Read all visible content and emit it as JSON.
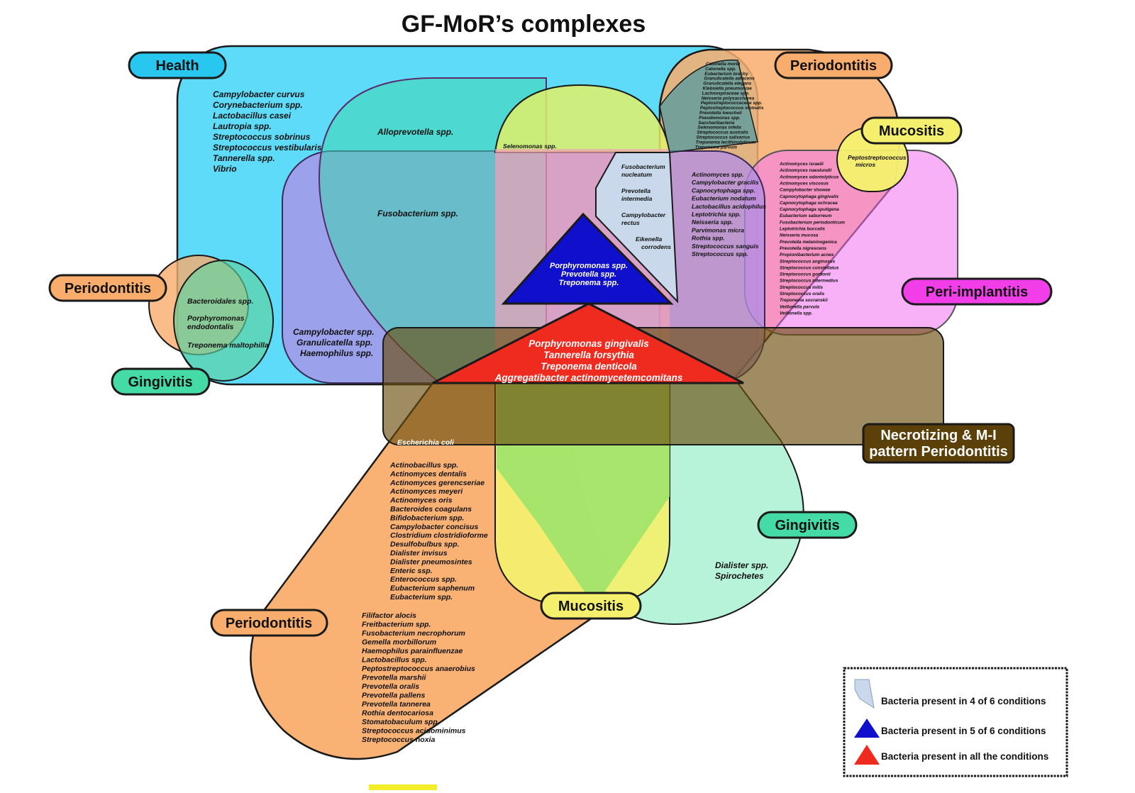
{
  "title": "GF-MoR’s complexes",
  "colors": {
    "health": "#4fd8f7",
    "periodontitis": "#f9ad6d",
    "mucositis": "#f4f06e",
    "gingivitis": "#45dba6",
    "periimplantitis": "#f47cf0",
    "necrotizing": "#6b4e10",
    "purple": "#ad91e6",
    "four_of_six": "#c9d8ea",
    "five_of_six": "#1010cc",
    "all_conditions": "#ef2a1f"
  },
  "labels": {
    "health": "Health",
    "periodontitis_top": "Periodontitis",
    "mucositis_top": "Mucositis",
    "periodontitis_left": "Periodontitis",
    "periimplantitis": "Peri-implantitis",
    "gingivitis_left": "Gingivitis",
    "necrotizing_line1": "Necrotizing & M-I",
    "necrotizing_line2": "pattern Periodontitis",
    "gingivitis_right": "Gingivitis",
    "mucositis_bottom": "Mucositis",
    "periodontitis_bottom": "Periodontitis"
  },
  "groups": {
    "health_only": [
      "Campylobacter curvus",
      "Corynebacterium spp.",
      "Lactobacillus casei",
      "Lautropia spp.",
      "Streptococcus sobrinus",
      "Streptococcus vestibularis",
      "Tannerella spp.",
      "Vibrio"
    ],
    "alloprevotella": [
      "Alloprevotella spp."
    ],
    "selenomonas": [
      "Selenomonas spp."
    ],
    "fusobacterium": [
      "Fusobacterium spp."
    ],
    "campy_group": [
      "Campylobacter spp.",
      "Granulicatella spp.",
      "Haemophilus spp."
    ],
    "small_perio_gingi": [
      "Bacteroidales spp.",
      "Porphyromonas",
      "endodontalis",
      "Treponema maltophilla"
    ],
    "top_tiny": [
      "Catonella morbi",
      "Catonella spp.",
      "Eubacterium brachy",
      "Granulicatella adiacens",
      "Granulicatella elegans",
      "Klebsiella pneumoniae",
      "Lachnospiraceae spp.",
      "Neisseria polysaccharea",
      "Peptostreptococcaceae spp.",
      "Peptostreptococcus stomatis",
      "Prevotella loescheii",
      "Pseudomonas spp.",
      "Saccharibacteria",
      "Selenomonas infelix",
      "Streptococcus australis",
      "Streptococcus salivarius",
      "Treponema lecithinolyticum",
      "Treponema parvum"
    ],
    "four_of_six": [
      "Fusobacterium",
      "nucleatum",
      "Prevotella",
      "intermedia",
      "Campylobacter",
      "rectus",
      "Eikenella",
      "corrodens"
    ],
    "five_of_six": [
      "Porphyromonas spp.",
      "Prevotella spp.",
      "Treponema spp."
    ],
    "all_conditions": [
      "Porphyromonas gingivalis",
      "Tannerella forsythia",
      "Treponema denticola",
      "Aggregatibacter actinomycetemcomitans"
    ],
    "mid_right": [
      "Actinomyces spp.",
      "Campylobacter gracilis",
      "Capnocytophaga spp.",
      "Eubacterium nodatum",
      "Lactobacillus acidophilus",
      "Leptotrichia spp.",
      "Neisseria spp.",
      "Parvimonas micra",
      "Rothia spp.",
      "Streptococcus sanguis",
      "Streptococcus spp."
    ],
    "pepto": [
      "Peptostreptococcus",
      "micros"
    ],
    "perio_implant": [
      "Actinomyces israelii",
      "Actinomyces naeslundii",
      "Actinomyces odontolyticus",
      "Actinomyces viscosus",
      "Campylobacter showae",
      "Capnocytophaga gingivalis",
      "Capnocytophaga ochracea",
      "Capnocytophaga sputigena",
      "Eubacterium saburreum",
      "Fusobacterium periodonticum",
      "Leptotrichia buccalis",
      "Neisseria mucosa",
      "Prevotella melaninogenica",
      "Prevotella nigrescens",
      "Propionibacterium acnes",
      "Streptococcus anginosus",
      "Streptococcus constellatus",
      "Streptococcus gordonii",
      "Streptococcus intermedius",
      "Streptococcus mitis",
      "Streptococcus oralis",
      "Treponema socranskii",
      "Veillonella parvula",
      "Veillonella spp."
    ],
    "ecoli": [
      "Escherichia coli"
    ],
    "bottom_list1": [
      "Actinobacillus spp.",
      "Actinomyces dentalis",
      "Actinomyces gerencseriae",
      "Actinomyces meyeri",
      "Actinomyces oris",
      "Bacteroides coagulans",
      "Bifidobacterium spp.",
      "Campylobacter concisus",
      "Clostridium clostridioforme",
      "Desulfobulbus spp.",
      "Dialister invisus",
      "Dialister pneumosintes",
      "Enteric ssp.",
      "Enterococcus spp.",
      "Eubacterium saphenum",
      "Eubacterium spp."
    ],
    "bottom_list2": [
      "Filifactor alocis",
      "Freitbacterium spp.",
      "Fusobacterium necrophorum",
      "Gemella morbillorum",
      "Haemophilus parainfluenzae",
      "Lactobacillus spp.",
      "Peptostreptococcus anaerobius",
      "Prevotella marshii",
      "Prevotella oralis",
      "Prevotella pallens",
      "Prevotella tannerea",
      "Rothia dentocariosa",
      "Stomatobaculum spp.",
      "Streptococcus acidominimus",
      "Streptococcus noxia"
    ],
    "gingivitis_right": [
      "Dialister spp.",
      "Spirochetes"
    ]
  },
  "legend": {
    "items": [
      {
        "text": "Bacteria present in 4 of 6 conditions"
      },
      {
        "text": "Bacteria present in 5 of 6 conditions"
      },
      {
        "text": "Bacteria present in all the conditions"
      }
    ]
  }
}
